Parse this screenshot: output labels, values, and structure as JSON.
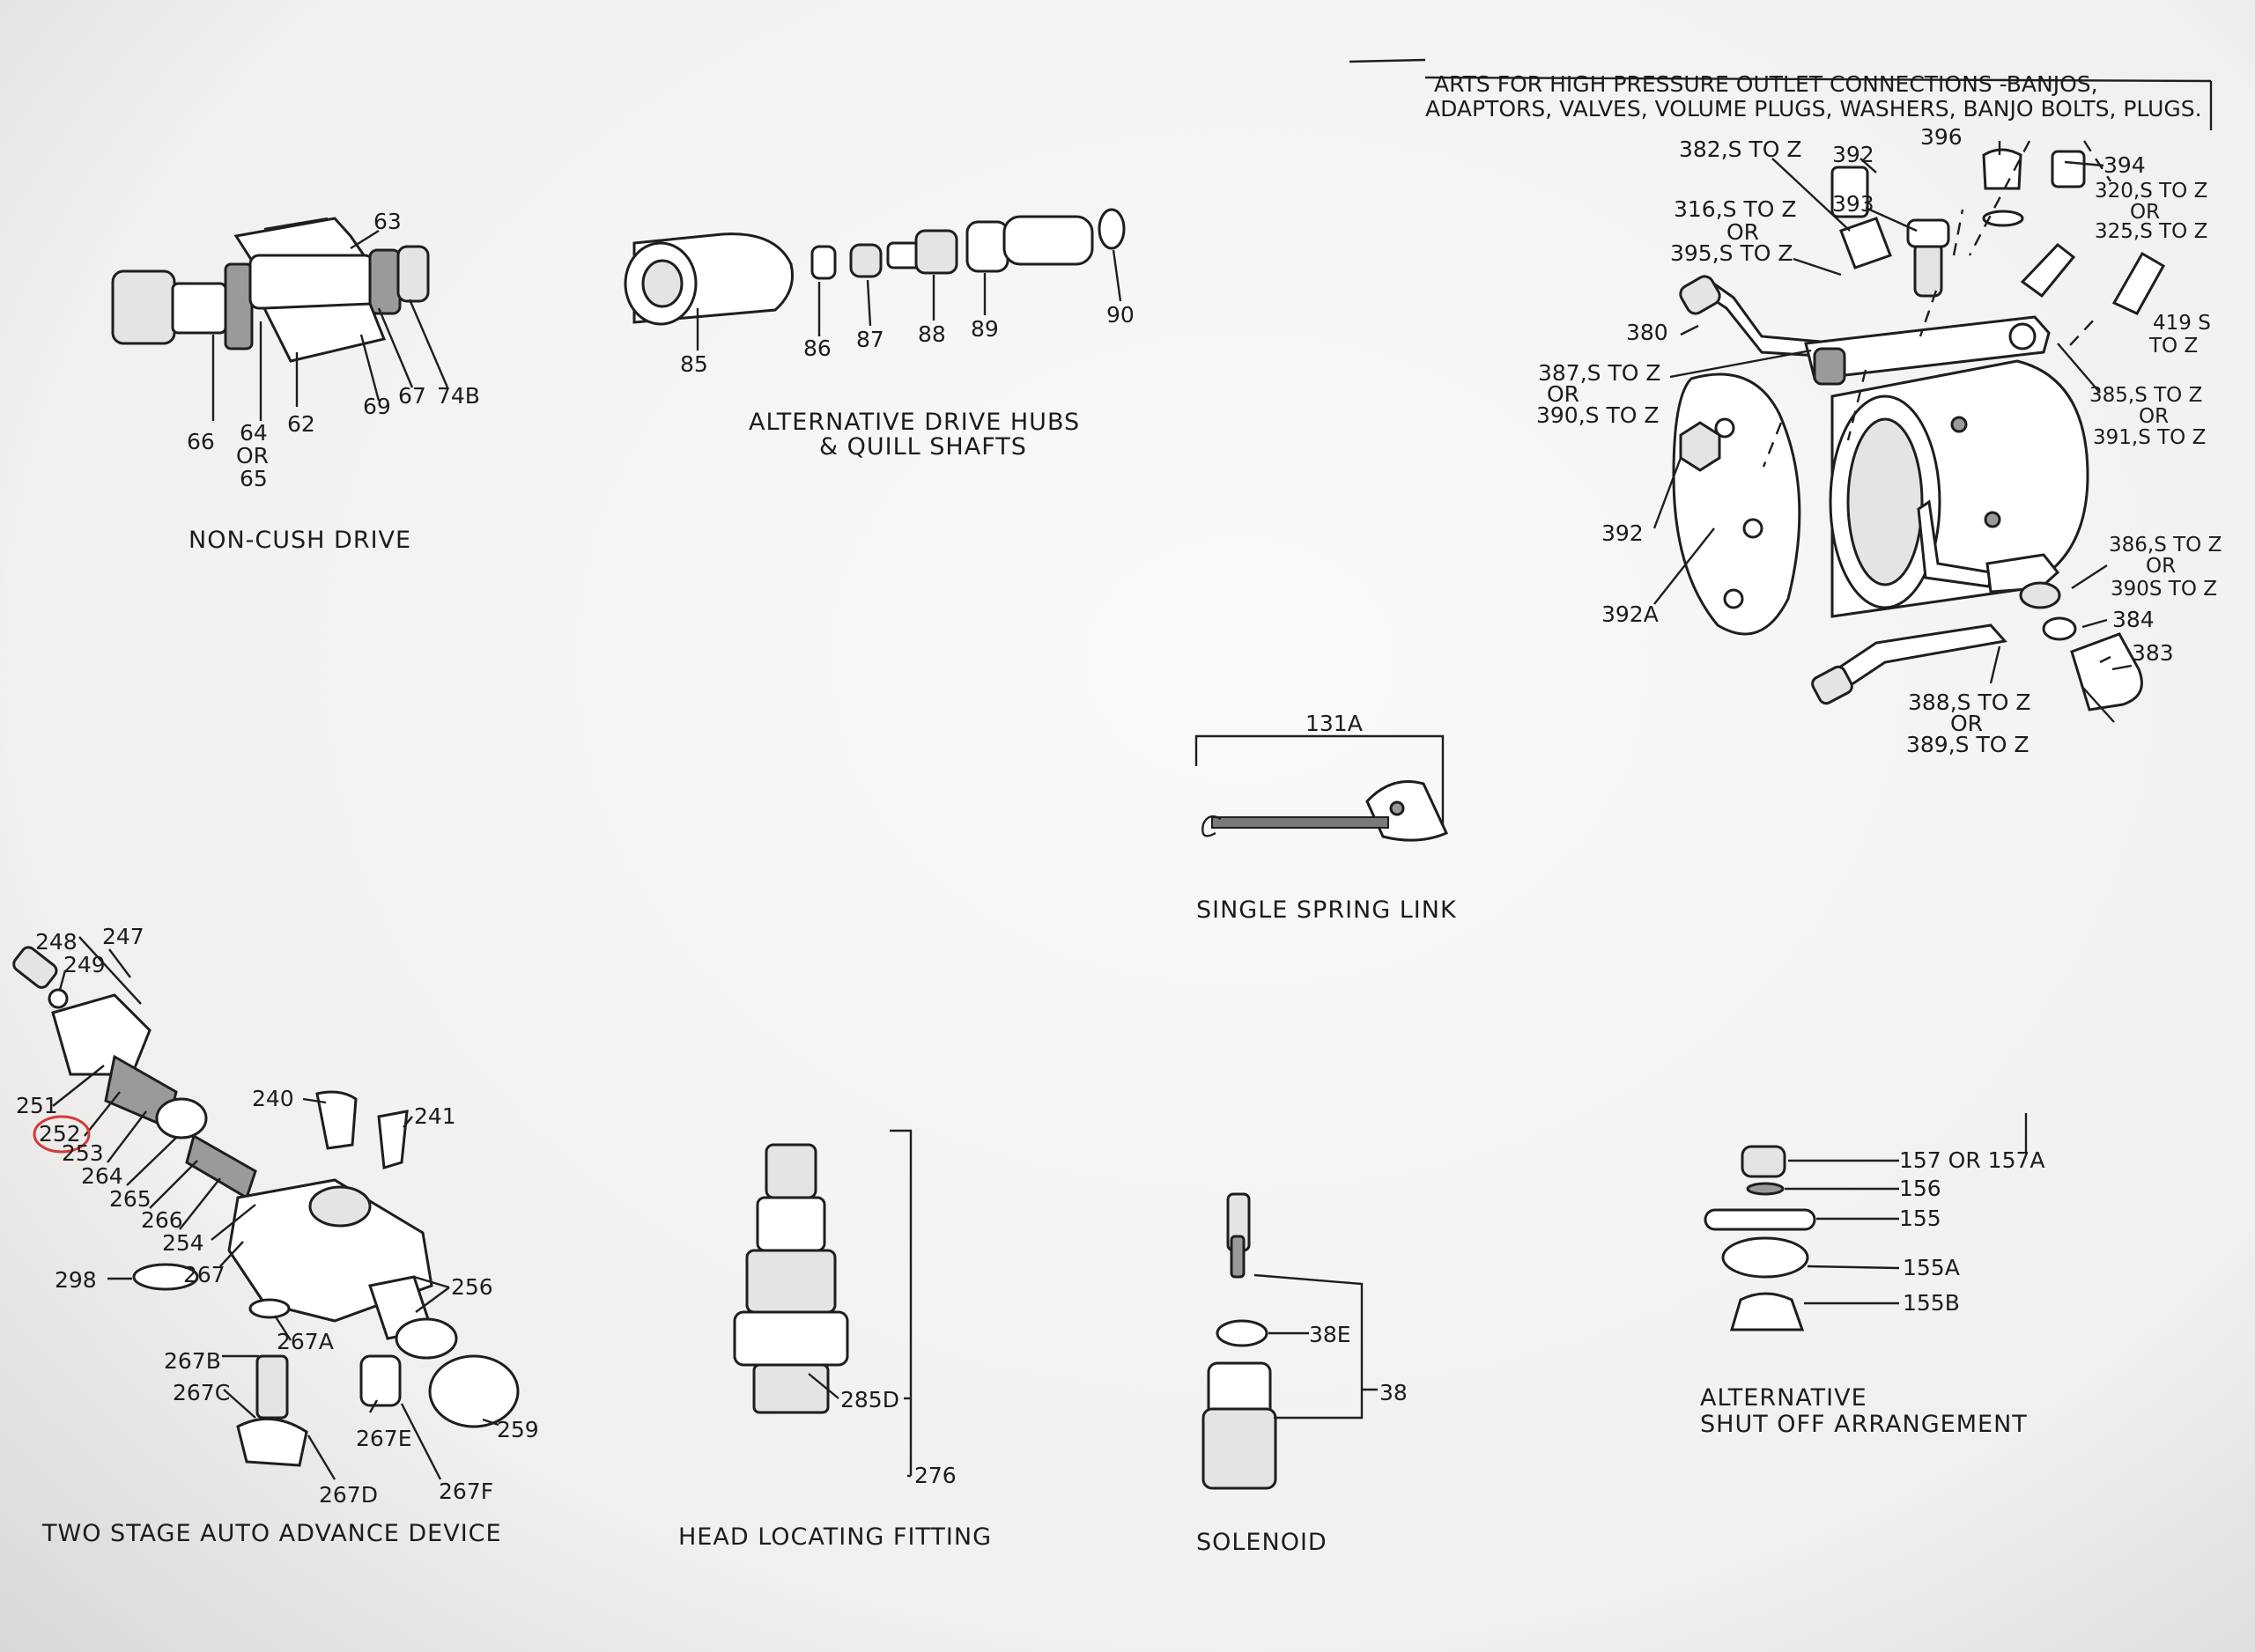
{
  "header": {
    "line1": "ARTS FOR HIGH PRESSURE OUTLET CONNECTIONS -BANJOS,",
    "line2": "ADAPTORS, VALVES, VOLUME PLUGS, WASHERS, BANJO BOLTS, PLUGS."
  },
  "captions": {
    "non_cush_drive": "NON-CUSH DRIVE",
    "drive_hubs_1": "ALTERNATIVE DRIVE HUBS",
    "drive_hubs_2": "& QUILL SHAFTS",
    "single_spring_link": "SINGLE SPRING LINK",
    "auto_advance": "TWO STAGE AUTO ADVANCE DEVICE",
    "head_locating": "HEAD LOCATING FITTING",
    "solenoid": "SOLENOID",
    "shut_off_1": "ALTERNATIVE",
    "shut_off_2": "SHUT OFF ARRANGEMENT"
  },
  "labels": {
    "non_cush": {
      "l63": "63",
      "l66": "66",
      "l64": "64",
      "l64b": "OR",
      "l65": "65",
      "l62": "62",
      "l69": "69",
      "l67": "67",
      "l74b": "74B"
    },
    "hubs": {
      "l85": "85",
      "l86": "86",
      "l87": "87",
      "l88": "88",
      "l89": "89",
      "l90": "90"
    },
    "outlet": {
      "l382": "382,S TO Z",
      "l392t": "392",
      "l396": "396",
      "l394": "394",
      "l320": "320,S TO Z",
      "l320or": "OR",
      "l325": "325,S TO Z",
      "l316": "316,S TO Z",
      "l316or": "OR",
      "l395": "395,S TO Z",
      "l393": "393",
      "l419": "419 S",
      "l419b": "TO Z",
      "l380": "380",
      "l387": "387,S TO Z",
      "l387or": "OR",
      "l390": "390,S TO Z",
      "l385": "385,S TO Z",
      "l385or": "OR",
      "l391": "391,S TO Z",
      "l392": "392",
      "l392a": "392A",
      "l386": "386,S TO Z",
      "l386or": "OR",
      "l390b": "390S TO Z",
      "l384": "384",
      "l383": "383",
      "l388": "388,S TO Z",
      "l388or": "OR",
      "l389": "389,S TO Z"
    },
    "spring_link": {
      "l131a": "131A"
    },
    "auto_advance": {
      "l248": "248",
      "l247": "247",
      "l249": "249",
      "l251": "251",
      "l252": "252",
      "l253": "253",
      "l264": "264",
      "l265": "265",
      "l266": "266",
      "l254": "254",
      "l240": "240",
      "l241": "241",
      "l267": "267",
      "l256": "256",
      "l298": "298",
      "l267a": "267A",
      "l267b": "267B",
      "l267c": "267C",
      "l267e": "267E",
      "l259": "259",
      "l267d": "267D",
      "l267f": "267F"
    },
    "head_locating": {
      "l285d": "285D",
      "l276": "276"
    },
    "solenoid": {
      "l38e": "38E",
      "l38": "38"
    },
    "shut_off": {
      "l157": "157 OR 157A",
      "l156": "156",
      "l155": "155",
      "l155a": "155A",
      "l155b": "155B"
    }
  },
  "highlight": {
    "label": "252",
    "color": "#d43a3a"
  }
}
